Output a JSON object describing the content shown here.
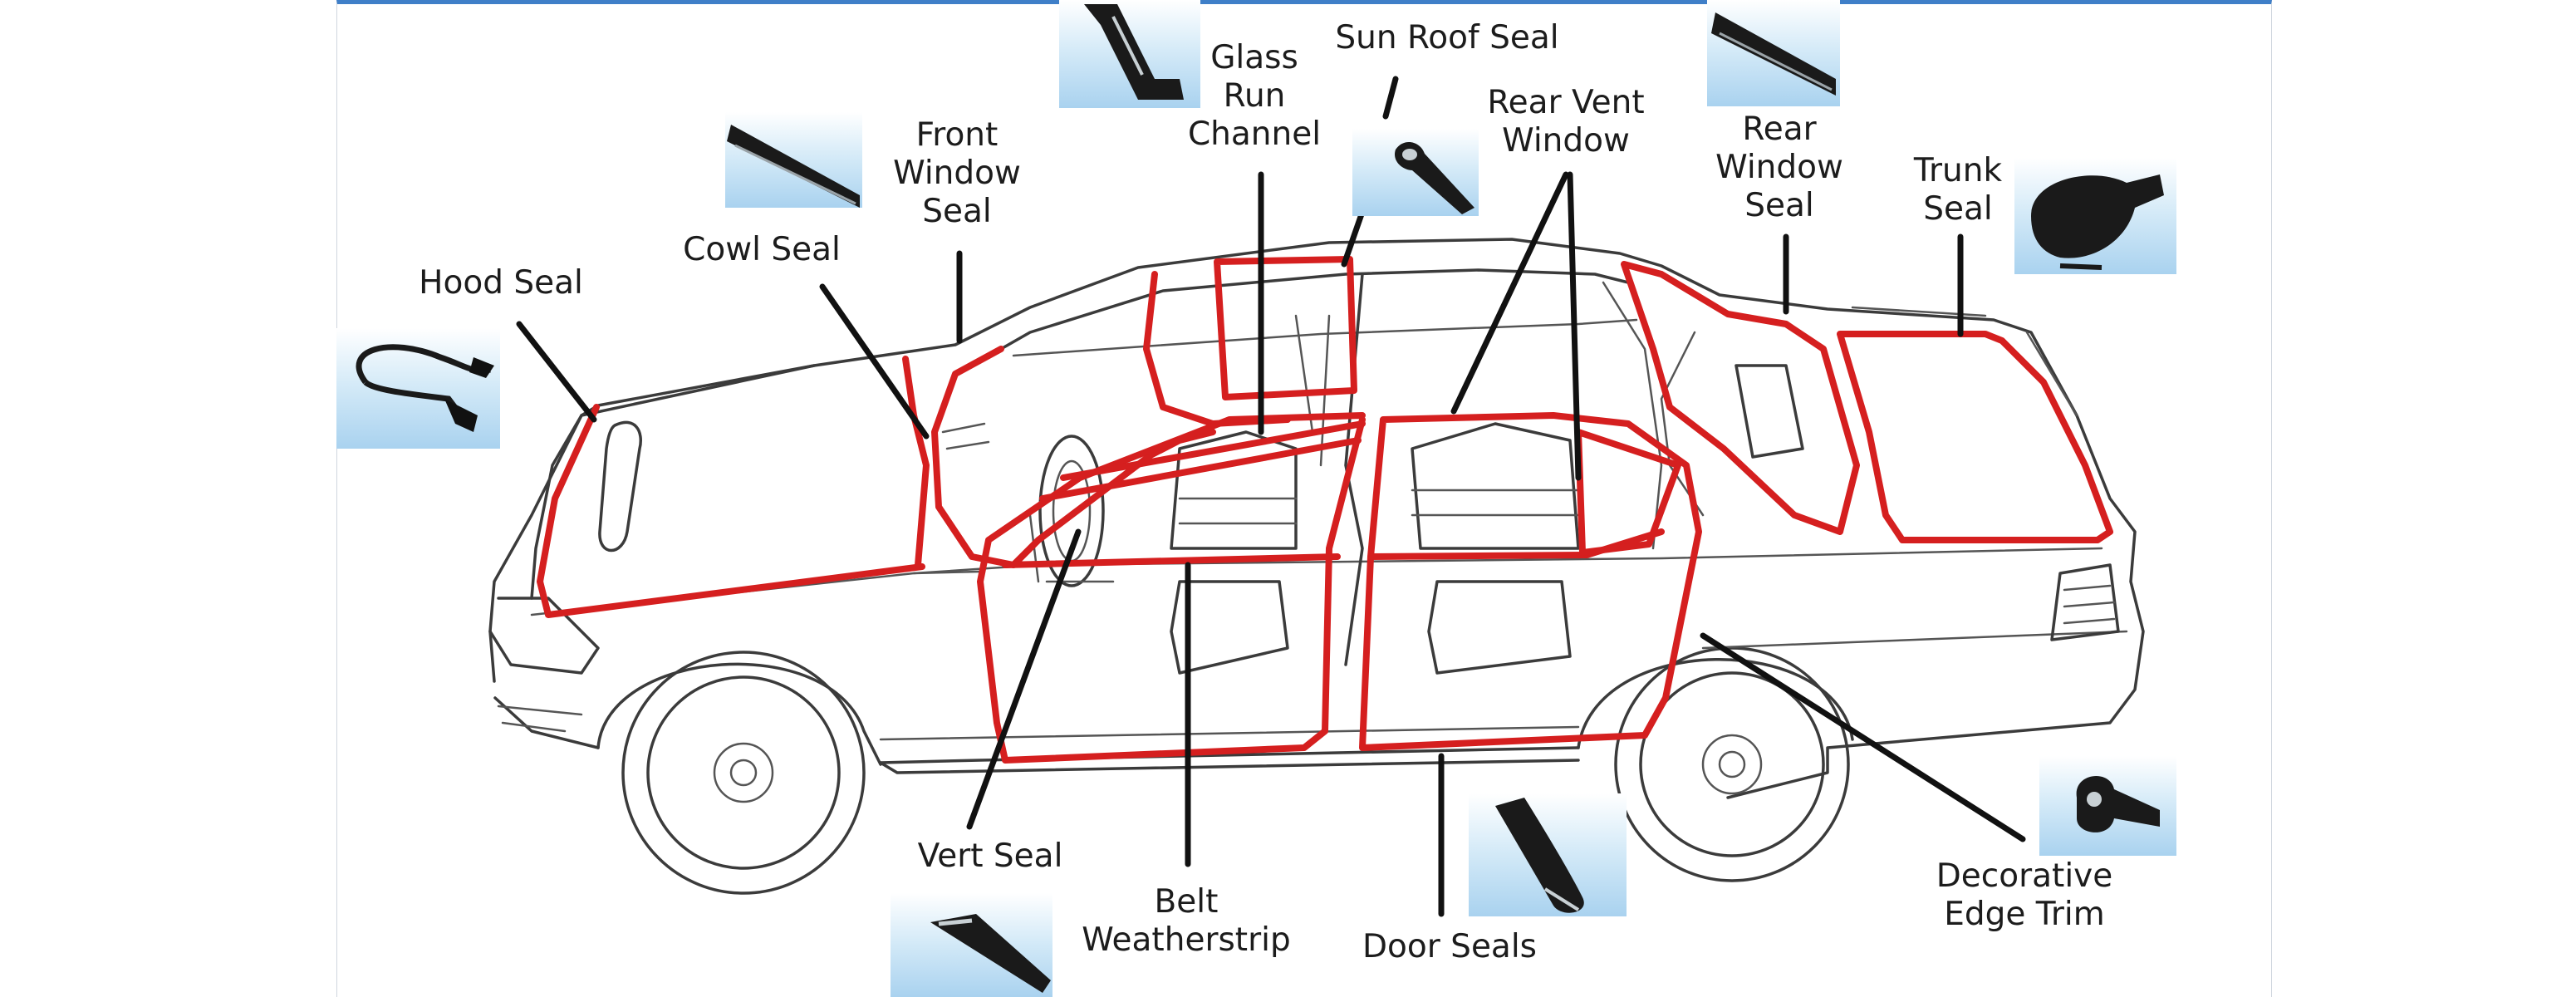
{
  "labels": {
    "hood_seal": "Hood Seal",
    "cowl_seal": "Cowl Seal",
    "front_window_seal": [
      "Front",
      "Window",
      "Seal"
    ],
    "glass_run_channel": [
      "Glass",
      "Run",
      "Channel"
    ],
    "sun_roof_seal": "Sun Roof Seal",
    "rear_vent_window": [
      "Rear Vent",
      "Window"
    ],
    "rear_window_seal": [
      "Rear",
      "Window",
      "Seal"
    ],
    "trunk_seal": [
      "Trunk",
      "Seal"
    ],
    "vert_seal": "Vert Seal",
    "belt_weatherstrip": [
      "Belt",
      "Weatherstrip"
    ],
    "door_seals": "Door Seals",
    "decorative_edge_trim": [
      "Decorative",
      "Edge Trim"
    ]
  },
  "colors": {
    "seal_line": "#d51f1f",
    "car_outline": "#3b3b3b",
    "leader_line": "#111111",
    "accent_top_border": "#3f7fc8",
    "thumbnail_sky": "#b9dcf2",
    "rubber_profile": "#1a1a1a"
  },
  "thumbnails": [
    {
      "name": "hood-seal-photo",
      "icon": "rubber-cable-icon"
    },
    {
      "name": "front-window-seal-photo",
      "icon": "rubber-strip-icon"
    },
    {
      "name": "glass-run-channel-photo",
      "icon": "u-channel-icon"
    },
    {
      "name": "sun-roof-seal-photo",
      "icon": "bulb-seal-icon"
    },
    {
      "name": "rear-window-seal-photo",
      "icon": "rubber-strip-icon"
    },
    {
      "name": "trunk-seal-photo",
      "icon": "trunk-seal-profile-icon"
    },
    {
      "name": "vert-seal-photo",
      "icon": "rubber-strip-icon"
    },
    {
      "name": "door-seals-photo",
      "icon": "d-profile-icon"
    },
    {
      "name": "decorative-edge-trim-photo",
      "icon": "edge-trim-profile-icon"
    }
  ]
}
